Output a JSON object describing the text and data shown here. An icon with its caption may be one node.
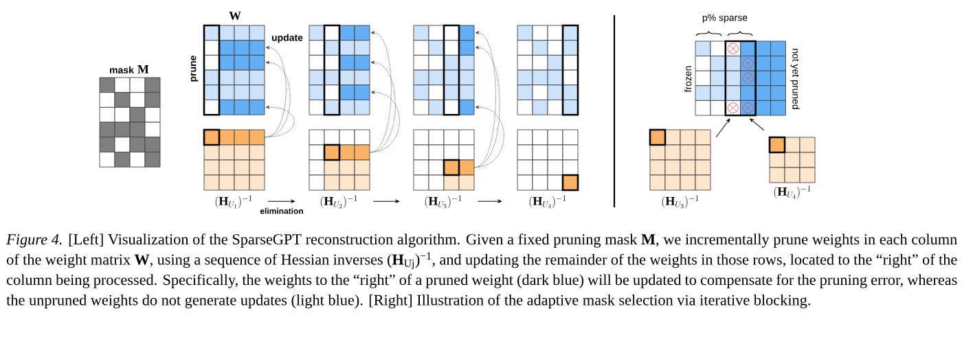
{
  "diagram": {
    "caption": "*Figure 4.* [Left] Visualization of the SparseGPT reconstruction algorithm. Given a fixed pruning mask **M**, we incrementally prune weights in each column of the weight matrix **W**, using a sequence of Hessian inverses (**H**$_{Uj}$)$^{−1}$, and updating the remainder of the weights in those rows, located to the “right” of the column being processed. Specifically, the weights to the “right” of a pruned weight (dark blue) will be updated to compensate for the pruning error, whereas the unpruned weights do not generate updates (light blue). [Right] Illustration of the adaptive mask selection via iterative blocking.",
    "nodes": [
      {
        "text": [
          "mask",
          "\\mathbf{M}"
        ]
      },
      {
        "text": [
          "\\mathbf{W}"
        ],
        "beside": [
          "prune"
        ]
      },
      {
        "text": [
          "(\\mathbf{H}_{U_1})^{-1}"
        ]
      },
      {
        "text": [],
        "shape": "grid"
      },
      {
        "text": [
          "(\\mathbf{H}_{U_2})^{-1}"
        ]
      },
      {
        "text": [],
        "shape": "grid"
      },
      {
        "text": [
          "(\\mathbf{H}_{U_3})^{-1}"
        ]
      },
      {
        "text": [],
        "shape": "grid"
      },
      {
        "text": [
          "(\\mathbf{H}_{U_4})^{-1}"
        ]
      },
      {
        "text": [],
        "shape": "grid",
        "beside": [
          "frozen",
          "not yet pruned"
        ]
      },
      {
        "text": [
          "(\\mathbf{H}_{U_3})^{-1}"
        ]
      },
      {
        "text": [
          "(\\mathbf{H}_{U_4})^{-1}"
        ]
      }
    ],
    "edges": [
      {
        "from": 2,
        "to": 4,
        "arrow": "to",
        "label": "elimination"
      },
      {
        "from": 4,
        "to": 6,
        "arrow": "to"
      },
      {
        "from": 6,
        "to": 8,
        "arrow": "to"
      },
      {
        "from": 2,
        "to": 1,
        "arrow": "to",
        "style": "dashed"
      },
      {
        "from": 2,
        "to": 1,
        "arrow": "to",
        "style": "dashed"
      },
      {
        "from": 2,
        "to": 1,
        "arrow": "to",
        "style": "dashed"
      },
      {
        "from": 4,
        "to": 3,
        "arrow": "to",
        "style": "dashed"
      },
      {
        "from": 4,
        "to": 3,
        "arrow": "to",
        "style": "dashed"
      },
      {
        "from": 4,
        "to": 3,
        "arrow": "to",
        "style": "dashed"
      },
      {
        "from": 6,
        "to": 5,
        "arrow": "to",
        "style": "dashed"
      },
      {
        "from": 6,
        "to": 5,
        "arrow": "to",
        "style": "dashed"
      },
      {
        "from": 6,
        "to": 5,
        "arrow": "to",
        "style": "dashed"
      },
      {
        "from": 10,
        "to": 9,
        "arrow": "to"
      },
      {
        "from": 11,
        "to": 9,
        "arrow": "to"
      }
    ],
    "labels": [
      "update",
      "p% sparse"
    ]
  }
}
